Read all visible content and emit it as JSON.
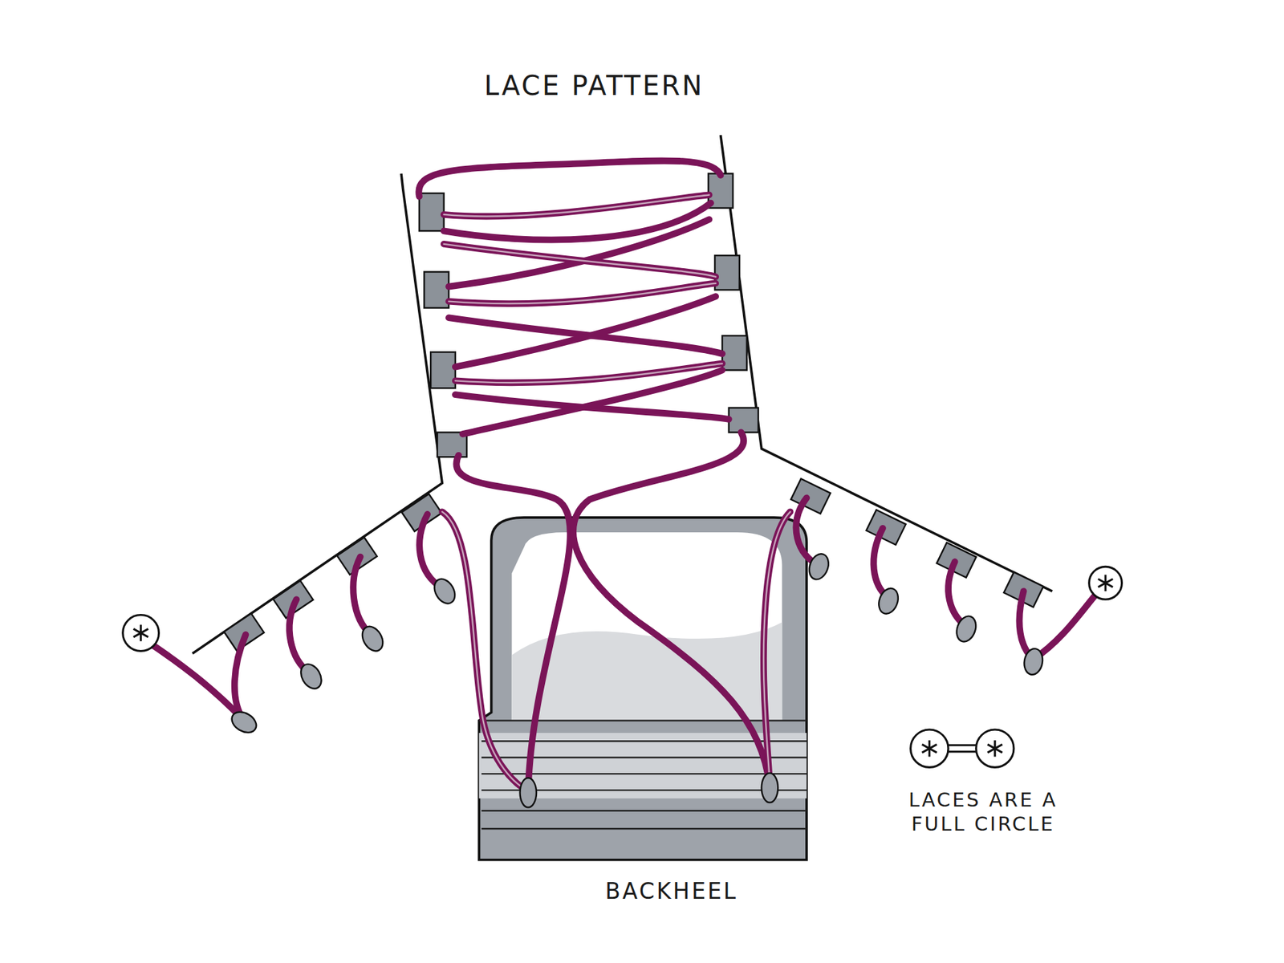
{
  "diagram": {
    "title": "LACE PATTERN",
    "labels": [
      "BACKHEEL",
      "LACES ARE A FULL CIRCLE"
    ]
  }
}
